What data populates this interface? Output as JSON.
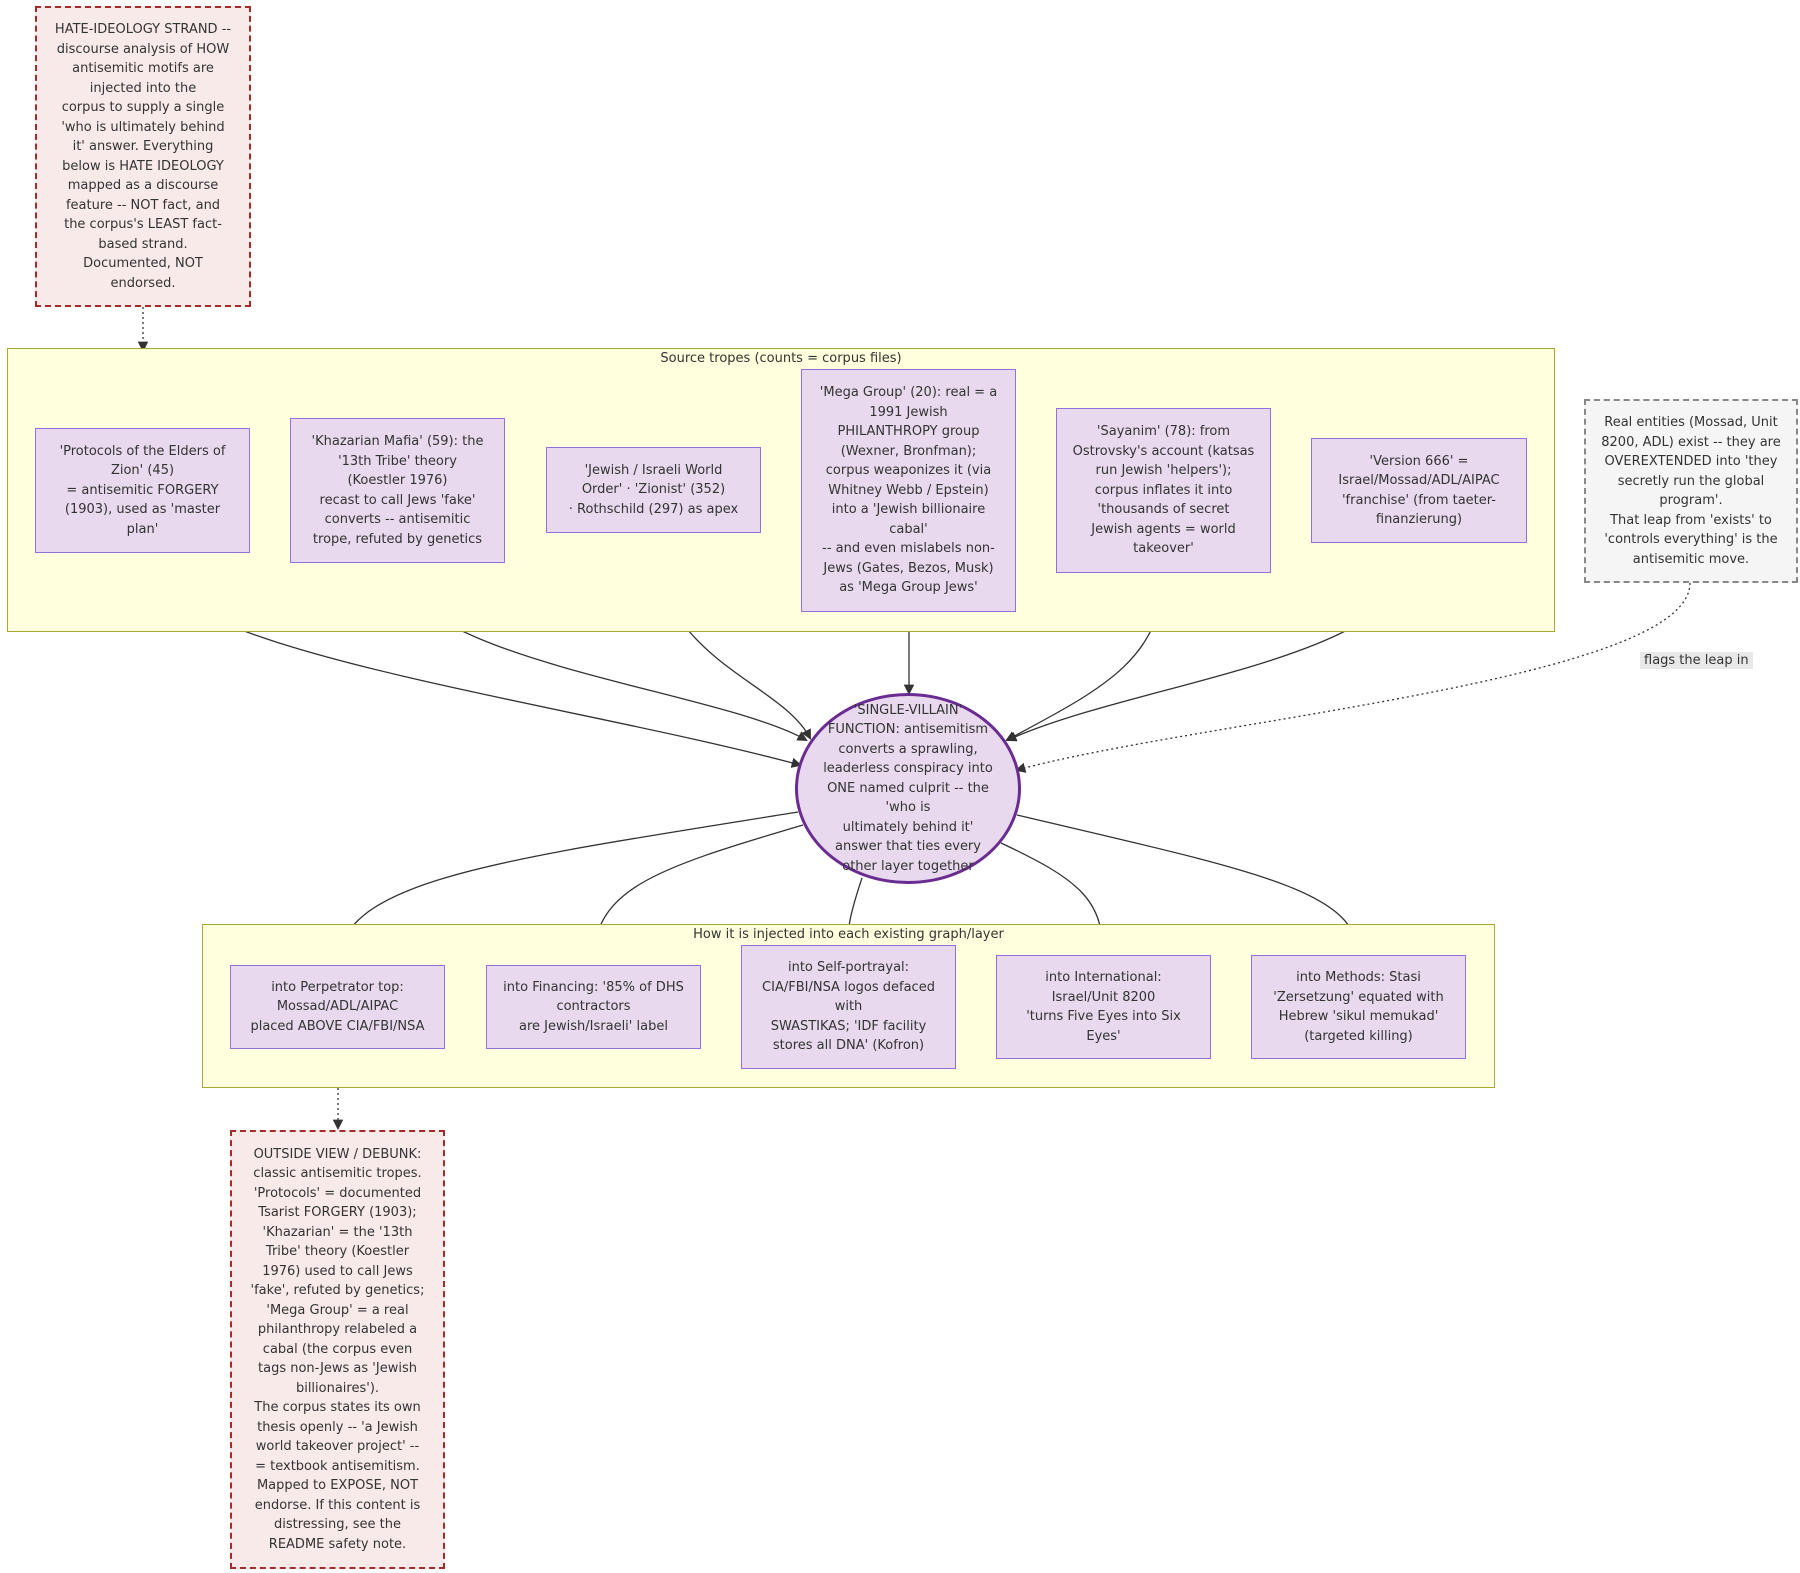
{
  "hate_note": "HATE-IDEOLOGY STRAND --\ndiscourse analysis of HOW\nantisemitic motifs are\ninjected into the\ncorpus to supply a single\n'who is ultimately behind\nit' answer. Everything\nbelow is HATE IDEOLOGY\nmapped as a discourse\nfeature -- NOT fact, and\nthe corpus's LEAST fact-\nbased strand.\nDocumented, NOT\nendorsed.",
  "source_cluster": {
    "label": "Source tropes (counts = corpus files)",
    "tropes": [
      "'Protocols of the Elders of\nZion' (45)\n= antisemitic FORGERY\n(1903), used as 'master\nplan'",
      "'Khazarian Mafia' (59): the\n'13th Tribe' theory\n(Koestler 1976)\nrecast to call Jews 'fake'\nconverts -- antisemitic\ntrope, refuted by genetics",
      "'Jewish / Israeli World\nOrder' · 'Zionist' (352)\n· Rothschild (297) as apex",
      "'Mega Group' (20): real = a\n1991 Jewish\nPHILANTHROPY group\n(Wexner, Bronfman);\ncorpus weaponizes it (via\nWhitney Webb / Epstein)\ninto a 'Jewish billionaire\ncabal'\n-- and even mislabels non-\nJews (Gates, Bezos, Musk)\nas 'Mega Group Jews'",
      "'Sayanim' (78): from\nOstrovsky's account (katsas\nrun Jewish 'helpers');\ncorpus inflates it into\n'thousands of secret\nJewish agents = world\ntakeover'",
      "'Version 666' =\nIsrael/Mossad/ADL/AIPAC\n'franchise' (from taeter-\nfinanzierung)"
    ]
  },
  "real_entities_note": "Real entities (Mossad, Unit\n8200, ADL) exist -- they are\nOVEREXTENDED into 'they\nsecretly run the global\nprogram'.\nThat leap from 'exists' to\n'controls everything' is the\nantisemitic move.",
  "flags_label": "flags the leap in",
  "center_node": "'SINGLE-VILLAIN'\nFUNCTION: antisemitism\nconverts a sprawling,\nleaderless conspiracy into\nONE named culprit -- the\n'who is\nultimately behind it'\nanswer that ties every\nother layer together",
  "inject_cluster": {
    "label": "How it is injected into each existing graph/layer",
    "targets": [
      "into Perpetrator top:\nMossad/ADL/AIPAC\nplaced ABOVE CIA/FBI/NSA",
      "into Financing: '85% of DHS\ncontractors\nare Jewish/Israeli' label",
      "into Self-portrayal:\nCIA/FBI/NSA logos defaced\nwith\nSWASTIKAS; 'IDF facility\nstores all DNA' (Kofron)",
      "into International:\nIsrael/Unit 8200\n'turns Five Eyes into Six\nEyes'",
      "into Methods: Stasi\n'Zersetzung' equated with\nHebrew 'sikul memukad'\n(targeted killing)"
    ]
  },
  "debunk_note": "OUTSIDE VIEW / DEBUNK:\nclassic antisemitic tropes.\n'Protocols' = documented\nTsarist FORGERY (1903);\n'Khazarian' = the '13th\nTribe' theory (Koestler\n1976) used to call Jews\n'fake', refuted by genetics;\n'Mega Group' = a real\nphilanthropy relabeled a\ncabal (the corpus even\ntags non-Jews as 'Jewish\nbillionaires').\nThe corpus states its own\nthesis openly -- 'a Jewish\nworld takeover project' --\n= textbook antisemitism.\nMapped to EXPOSE, NOT\nendorse. If this content is\ndistressing, see the\nREADME safety note."
}
